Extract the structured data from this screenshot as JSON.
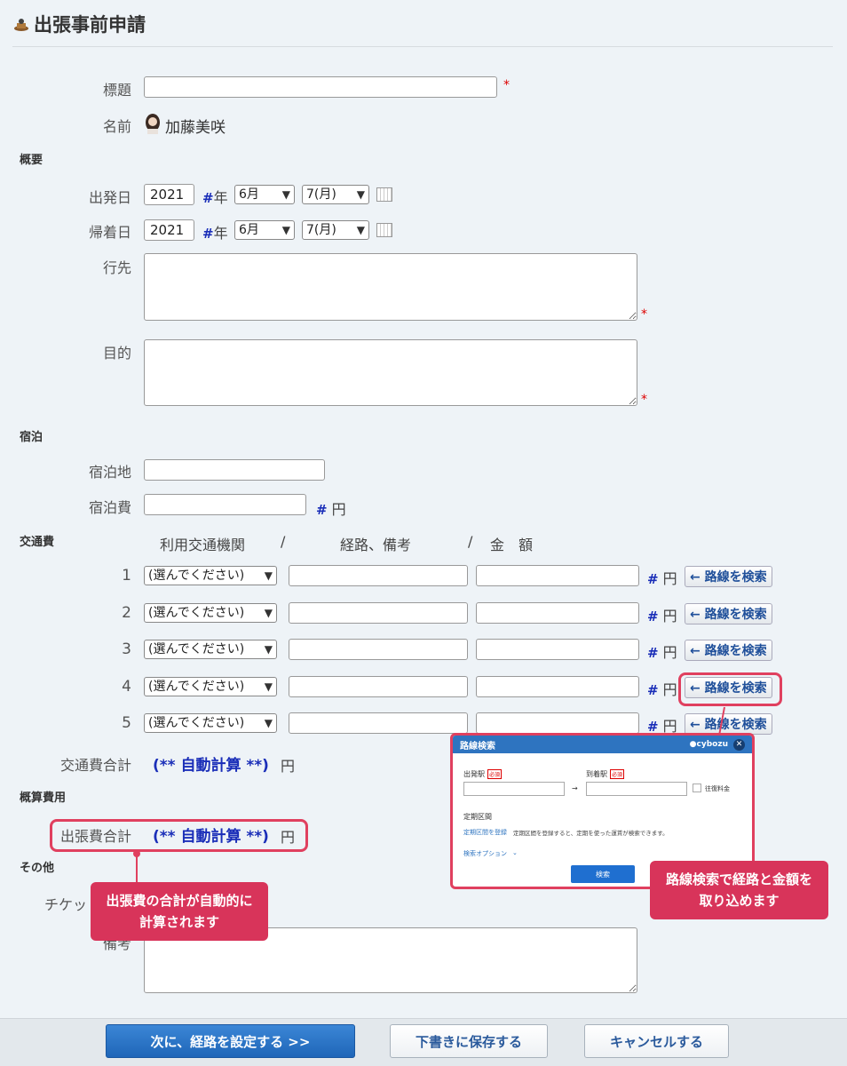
{
  "page": {
    "title": "出張事前申請"
  },
  "labels": {
    "subject": "標題",
    "name": "名前",
    "user_name": "加藤美咲",
    "sect_overview": "概要",
    "depart": "出発日",
    "return": "帰着日",
    "dest": "行先",
    "purpose": "目的",
    "sect_lodging": "宿泊",
    "lodging_place": "宿泊地",
    "lodging_cost": "宿泊費",
    "sect_transport": "交通費",
    "transport_total": "交通費合計",
    "sect_estimate": "概算費用",
    "trip_total": "出張費合計",
    "sect_other": "その他",
    "ticket": "チケッ",
    "remarks": "備考"
  },
  "marks": {
    "required": "*",
    "hash": "#",
    "year": "年",
    "yen": "円",
    "hash_year": "#",
    "hash_yen": "#"
  },
  "dates": {
    "depart": {
      "year": "2021",
      "month": "6月",
      "day": "7(月)"
    },
    "return": {
      "year": "2021",
      "month": "6月",
      "day": "7(月)"
    }
  },
  "transport": {
    "head_col1": "利用交通機関",
    "sep1": "/",
    "head_col2": "経路、備考",
    "sep2": "/",
    "head_col3": "金　額",
    "select_placeholder": "(選んでください)",
    "route_button": "← 路線を検索",
    "rows": [
      "1",
      "2",
      "3",
      "4",
      "5"
    ]
  },
  "auto_calc": "(** 自動計算 **)",
  "modal": {
    "title": "路線検索",
    "brand": "cybozu",
    "from": "出発駅",
    "to": "到着駅",
    "required_badge": "必須",
    "arrow": "→",
    "roundtrip": "往復料金",
    "commuter": "定期区間",
    "commuter_link": "定期区間を登録",
    "commuter_note": "定期区間を登録すると、定期を使った運賃が検索できます。",
    "options": "検索オプション",
    "options_chevron": "⌄",
    "search": "検索"
  },
  "callouts": {
    "route": [
      "路線検索で経路と金額を",
      "取り込めます"
    ],
    "total": [
      "出張費の合計が自動的に",
      "計算されます"
    ]
  },
  "footer": {
    "next": "次に、経路を設定する >>",
    "draft": "下書きに保存する",
    "cancel": "キャンセルする"
  }
}
